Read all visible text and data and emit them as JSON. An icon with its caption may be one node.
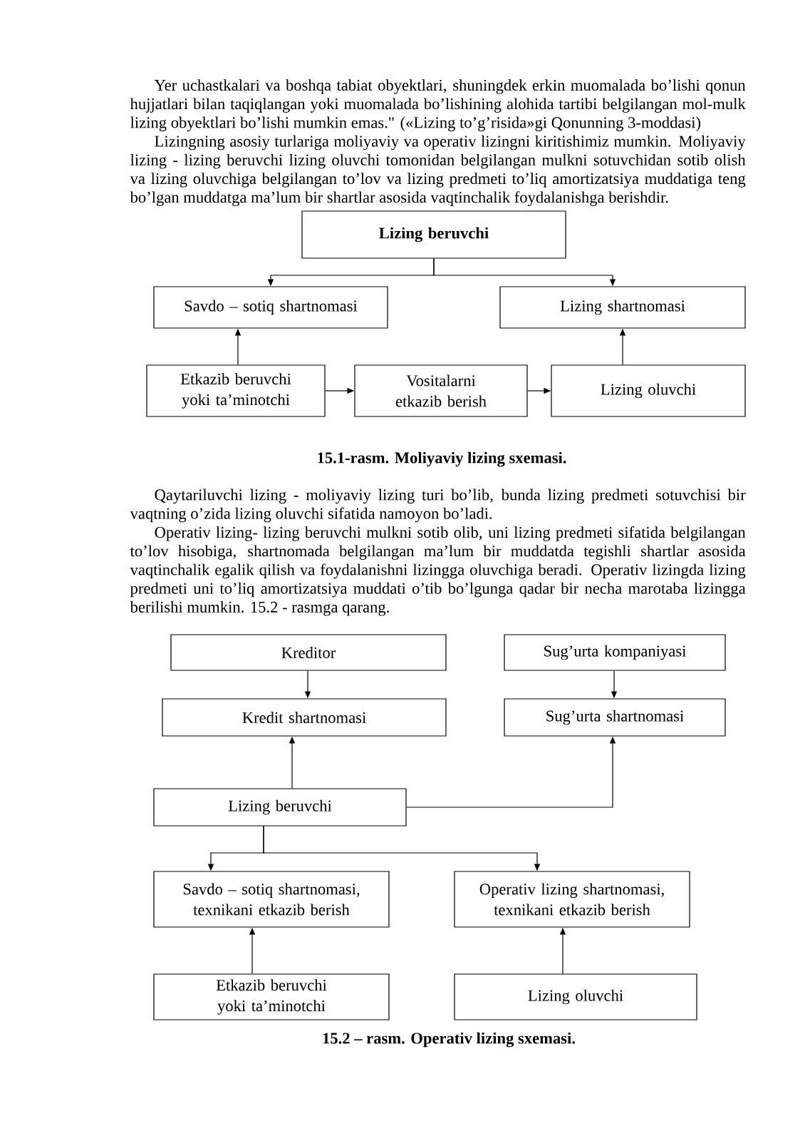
{
  "diagram": {
    "nodes": [
      {
        "text": [
          "Lizing beruvchi"
        ]
      },
      {
        "text": [
          "Savdo – sotiq shartnomasi"
        ]
      },
      {
        "text": [
          "Lizing shartnomasi"
        ]
      },
      {
        "text": [
          "Etkazib beruvchi yoki ta’minotchi"
        ]
      },
      {
        "text": [
          "Vositalarni etkazib berish"
        ]
      },
      {
        "text": [
          "Lizing oluvchi"
        ]
      },
      {
        "text": [
          "Kreditor"
        ]
      },
      {
        "text": [
          "Sug’urta kompaniyasi"
        ]
      },
      {
        "text": [
          "Kredit shartnomasi"
        ]
      },
      {
        "text": [
          "Sug’urta shartnomasi"
        ]
      },
      {
        "text": [
          "Lizing beruvchi"
        ]
      },
      {
        "text": [
          "Savdo – sotiq shartnomasi, texnikani etkazib berish"
        ]
      },
      {
        "text": [
          "Operativ lizing shartnomasi, texnikani etkazib berish"
        ]
      },
      {
        "text": [
          "Etkazib beruvchi yoki ta’minotchi"
        ]
      },
      {
        "text": [
          "Lizing oluvchi"
        ]
      }
    ],
    "edges": [
      {
        "from": 0,
        "to": 1,
        "arrow": "to"
      },
      {
        "from": 0,
        "to": 2,
        "arrow": "to"
      },
      {
        "from": 3,
        "to": 1,
        "arrow": "to"
      },
      {
        "from": 3,
        "to": 4,
        "arrow": "to"
      },
      {
        "from": 4,
        "to": 5,
        "arrow": "to"
      },
      {
        "from": 5,
        "to": 2,
        "arrow": "to"
      },
      {
        "from": 6,
        "to": 8,
        "arrow": "to"
      },
      {
        "from": 7,
        "to": 9,
        "arrow": "to"
      },
      {
        "from": 10,
        "to": 8,
        "arrow": "to"
      },
      {
        "from": 10,
        "to": 9,
        "arrow": "to"
      },
      {
        "from": 10,
        "to": 11,
        "arrow": "to"
      },
      {
        "from": 10,
        "to": 12,
        "arrow": "to"
      },
      {
        "from": 13,
        "to": 11,
        "arrow": "to"
      },
      {
        "from": 14,
        "to": 12,
        "arrow": "to"
      }
    ],
    "labels": [
      "Yer uchastkalari va boshqa tabiat obyektlari, shuningdek erkin muomalada bo’lishi qonun hujjatlari bilan taqiqlangan yoki muomalada bo’lishining alohida tartibi belgilangan mol-mulk lizing obyektlari bo’lishi mumkin emas.\" («Lizing to’g’risida»gi Qonunning 3-moddasi)",
      "Lizingning asosiy turlariga moliyaviy va operativ lizingni kiritishimiz mumkin. Moliyaviy lizing - lizing beruvchi lizing oluvchi tomonidan belgilangan mulkni sotuvchidan sotib olish va lizing oluvchiga belgilangan to’lov va lizing predmeti to’liq amortizatsiya muddatiga teng bo’lgan muddatga ma’lum bir shartlar asosida vaqtinchalik foydalanishga berishdir.",
      "15.1-rasm. Moliyaviy lizing sxemasi.",
      "Qaytariluvchi lizing - moliyaviy lizing turi bo’lib, bunda lizing predmeti sotuvchisi bir vaqtning o’zida lizing oluvchi sifatida namoyon bo’ladi.",
      "Operativ lizing- lizing beruvchi mulkni sotib olib, uni lizing predmeti sifatida belgilangan to’lov hisobiga, shartnomada belgilangan ma’lum bir muddatda tegishli shartlar asosida vaqtinchalik egalik qilish va foydalanishni lizingga oluvchiga beradi. Operativ lizingda lizing predmeti uni to’liq amortizatsiya muddati o’tib bo’lgunga qadar bir necha marotaba lizingga berilishi mumkin. 15.2 - rasmga qarang.",
      "15.2 – rasm. Operativ lizing sxemasi."
    ]
  }
}
